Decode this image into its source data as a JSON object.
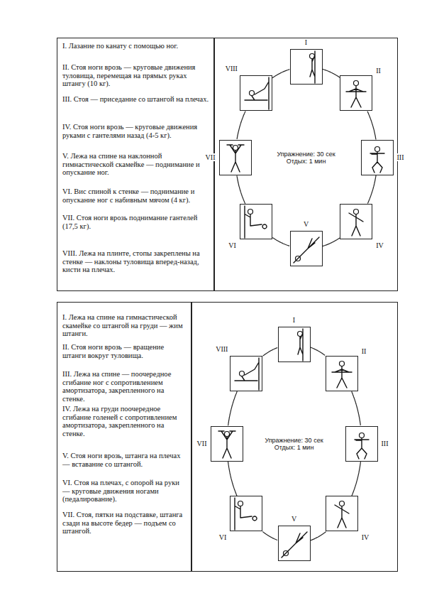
{
  "diagram": {
    "nodes": [
      {
        "text": [
          "I. Лазание по канату с помощью ног.",
          "II. Стоя ноги врозь — круговые движения туловища, перемещая на прямых руках штангу (10 кг).",
          "III. Стоя — приседание со штангой на плечах.",
          "IV. Стоя ноги врозь — круговые движения руками с гантелями назад (4-5 кг).",
          "V. Лежа на спине на наклонной гимнастической скамейке — поднимание и опускание ног.",
          "VI. Вис спиной к стенке — поднимание и опускание ног с набивным мячом (4 кг).",
          "VII. Стоя ноги врозь поднимание гантелей (17,5 кг).",
          "VIII. Лежа на плинте, стопы закреплены на стенке — наклоны туловища вперед-назад, кисти на плечах."
        ]
      },
      {
        "text": [
          "Упражнение: 30 сек Отдых: 1 мин"
        ]
      },
      {
        "text": [
          "I"
        ],
        "in": 1
      },
      {
        "text": [
          "II"
        ],
        "in": 1
      },
      {
        "text": [
          "III"
        ],
        "in": 1
      },
      {
        "text": [
          "IV"
        ],
        "in": 1
      },
      {
        "text": [
          "V"
        ],
        "in": 1
      },
      {
        "text": [
          "VI"
        ],
        "in": 1
      },
      {
        "text": [
          "VII"
        ],
        "in": 1
      },
      {
        "text": [
          "VIII"
        ],
        "in": 1
      },
      {
        "text": [
          "I. Лежа на спине на гимнастической скамейке со штангой на груди — жим штанги.",
          "II. Стоя ноги врозь — вращение штанги вокруг туловища.",
          "III. Лежа на спине — поочередное сгибание ног с сопротивлением амортизатора, закрепленного на стенке.",
          "IV. Лежа на груди поочередное сгибание голеней с сопротивлением амортизатора, закрепленного на стенке.",
          "V. Стоя ноги врозь, штанга на плечах — вставание со штангой.",
          "VI. Стоя на плечах, с опорой на руки — круговые движения ногами (педалирование).",
          "VII. Стоя, пятки на подставке, штанга сзади на высоте бедер — подъем со штангой."
        ]
      },
      {
        "text": [
          "Упражнение: 30 сек Отдых: 1 мин"
        ]
      },
      {
        "text": [
          "I"
        ],
        "in": 11
      },
      {
        "text": [
          "II"
        ],
        "in": 11
      },
      {
        "text": [
          "III"
        ],
        "in": 11
      },
      {
        "text": [
          "IV"
        ],
        "in": 11
      },
      {
        "text": [
          "V"
        ],
        "in": 11
      },
      {
        "text": [
          "VI"
        ],
        "in": 11
      },
      {
        "text": [
          "VII"
        ],
        "in": 11
      },
      {
        "text": [
          "VIII"
        ],
        "in": 11
      }
    ],
    "edges": [
      {
        "from": 2,
        "to": 3,
        "arrow": "none"
      },
      {
        "from": 3,
        "to": 4,
        "arrow": "none"
      },
      {
        "from": 4,
        "to": 5,
        "arrow": "none"
      },
      {
        "from": 5,
        "to": 6,
        "arrow": "none"
      },
      {
        "from": 6,
        "to": 7,
        "arrow": "none"
      },
      {
        "from": 7,
        "to": 8,
        "arrow": "none"
      },
      {
        "from": 8,
        "to": 9,
        "arrow": "none"
      },
      {
        "from": 9,
        "to": 2,
        "arrow": "none"
      },
      {
        "from": 12,
        "to": 13,
        "arrow": "none"
      },
      {
        "from": 13,
        "to": 14,
        "arrow": "none"
      },
      {
        "from": 14,
        "to": 15,
        "arrow": "none"
      },
      {
        "from": 15,
        "to": 16,
        "arrow": "none"
      },
      {
        "from": 16,
        "to": 17,
        "arrow": "none"
      },
      {
        "from": 17,
        "to": 18,
        "arrow": "none"
      },
      {
        "from": 18,
        "to": 19,
        "arrow": "none"
      },
      {
        "from": 19,
        "to": 12,
        "arrow": "none"
      }
    ]
  }
}
